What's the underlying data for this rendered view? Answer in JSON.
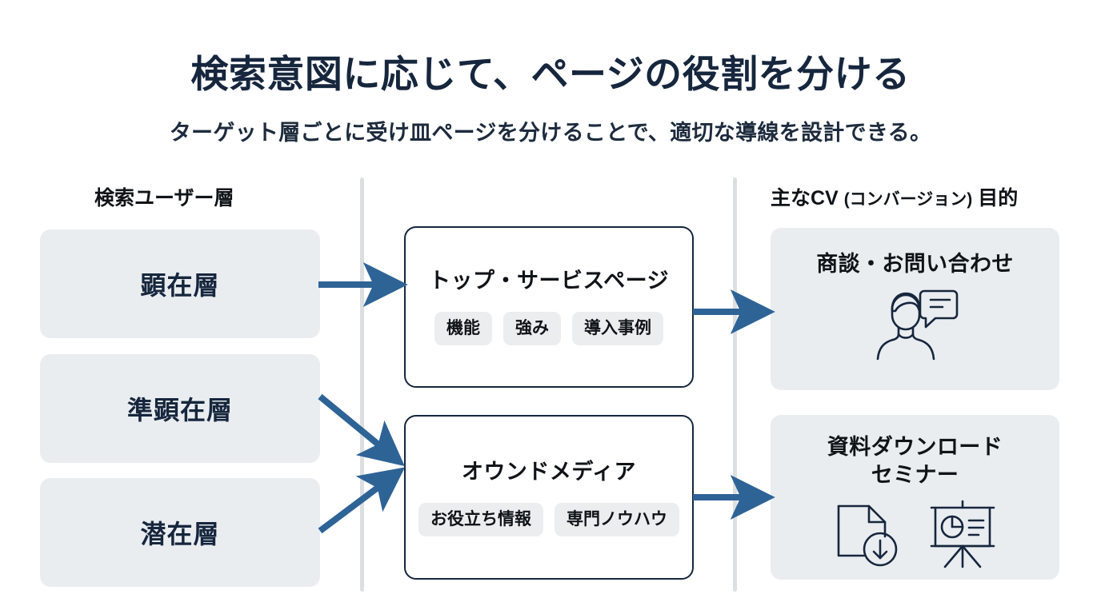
{
  "header": {
    "title": "検索意図に応じて、ページの役割を分ける",
    "subtitle": "ターゲット層ごとに受け皿ページを分けることで、適切な導線を設計できる。"
  },
  "columns": {
    "left_header": "検索ユーザー層",
    "right_header_main": "主なCV",
    "right_header_paren": "(コンバージョン)",
    "right_header_tail": "目的"
  },
  "audiences": [
    {
      "label": "顕在層"
    },
    {
      "label": "準顕在層"
    },
    {
      "label": "潜在層"
    }
  ],
  "pages": [
    {
      "title": "トップ・サービスページ",
      "tags": [
        "機能",
        "強み",
        "導入事例"
      ]
    },
    {
      "title": "オウンドメディア",
      "tags": [
        "お役立ち情報",
        "専門ノウハウ"
      ]
    }
  ],
  "conversions": [
    {
      "title": "商談・お問い合わせ",
      "icons": [
        "person-speech-bubble-icon"
      ]
    },
    {
      "title": "資料ダウンロード\nセミナー",
      "icons": [
        "document-download-icon",
        "presentation-chart-icon"
      ]
    }
  ],
  "colors": {
    "background": "#ffffff",
    "arrow": "#2e6396",
    "card_border": "#16263d",
    "soft_card_fill": "#eaedf0",
    "tag_fill": "#ebedef",
    "divider": "#dcdfe2",
    "text_dark": "#101418",
    "text_navy": "#16263d"
  }
}
